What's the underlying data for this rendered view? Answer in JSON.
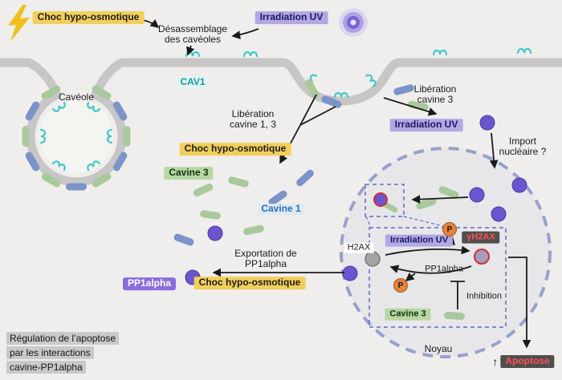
{
  "colors": {
    "background": "#efeeec",
    "membrane_gray": "#c6c6c6",
    "cavin1_blue": "#7b93c9",
    "cavin3_green": "#a9c89c",
    "cav1_cyan": "#3fc9c9",
    "pp1alpha_purple": "#6d54cf",
    "phosphate_orange": "#e8823c",
    "highlight_yellow": "#f2cf5b",
    "highlight_lavender": "#b3a8e3",
    "highlight_green": "#b7d7a2",
    "gh2ax_red": "#ff5252",
    "nucleus_border_blue": "#97a1cd"
  },
  "icons": {
    "lightning": "lightning-icon (osmotic shock)",
    "uv_glow": "uv-source-icon"
  },
  "labels": {
    "choc_hypo_osmotique": "Choc hypo-osmotique",
    "irradiation_uv": "Irradiation UV",
    "desassemblage_l1": "Désassemblage",
    "desassemblage_l2": "des cavéoles",
    "caveole": "Cavéole",
    "cav1": "CAV1",
    "liberation13_l1": "Libération",
    "liberation13_l2": "cavine 1, 3",
    "liberation3_l1": "Libération",
    "liberation3_l2": "cavine 3",
    "import_l1": "Import",
    "import_l2": "nucléaire ?",
    "cavine3": "Cavine 3",
    "cavine1": "Cavine 1",
    "exportation_l1": "Exportation de",
    "exportation_l2": "PP1alpha",
    "pp1alpha": "PP1alpha",
    "h2ax": "H2AX",
    "gh2ax": "γH2AX",
    "inhibition": "Inhibition",
    "noyau": "Noyau",
    "apoptose_arrow": "↑",
    "apoptose": "Apoptose",
    "phosphate": "P"
  },
  "caption": {
    "l1": "Régulation de  l’apoptose",
    "l2": "par les interactions",
    "l3": "cavine-PP1alpha"
  }
}
